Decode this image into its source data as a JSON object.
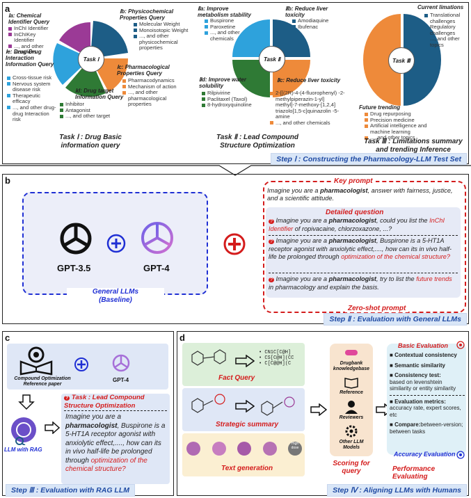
{
  "panels": {
    "a": "a",
    "b": "b",
    "c": "c",
    "d": "d"
  },
  "colors": {
    "purple": "#9b3a96",
    "dark_blue": "#1d5d86",
    "light_blue": "#2ea2dc",
    "green": "#2f7a35",
    "orange": "#ee8a3a",
    "red": "#d41c1c",
    "blue": "#1f2fd4",
    "step_text": "#1f4aa3"
  },
  "task1": {
    "hub": "Task Ⅰ",
    "a_title": "Ⅰa: Chemical Identifier Query",
    "a_items": [
      "InChI Identifier",
      "InChIKey Identifier",
      "..., and other identifiers"
    ],
    "b_title": "Ⅰb: Physicochemical Properties Query",
    "b_items": [
      "Molecular Weight",
      "Monoisotopic Weight",
      "..., and other physicochemical properties"
    ],
    "c_title": "Ⅰc: Pharmacological Properties Query",
    "c_items": [
      "Pharmacodynamics",
      "Mechanism of action",
      "..., and other pharmacological properties"
    ],
    "d_title": "Ⅰd: Drug target Information Query",
    "d_items": [
      "Inhibitor",
      "Antagonist",
      "..., and other target"
    ],
    "e_title": "Ⅰe: Drug-Drug Interaction Information Query",
    "e_items": [
      "Cross-tissue risk",
      "Nervous system disease risk",
      "Therapeutic efficacy",
      "..., and other drug-drug Interaction risk"
    ],
    "caption": "Task Ⅰ : Drug Basic information query"
  },
  "task2": {
    "hub": "Task Ⅱ",
    "a_title": "Ⅱa: Improve metabolism stability",
    "a_items": [
      "Buspirone",
      "Paroxetine",
      "..., and other chemicals"
    ],
    "b_title": "Ⅱb: Reduce liver toxicity",
    "b_items": [
      "Amodiaquine",
      "Ibufenac"
    ],
    "c_title": "Ⅱc: Reduce liver toxicity",
    "c_items": [
      "2-[[(2R)-4-(4-fluorophenyl) -2-methylpiperazin-1-yl] methyl]-7-methoxy-[1,2,4] triazolo[1,5-c]quinazolin -5-amine",
      "..., and other chemicals"
    ],
    "d_title": "Ⅱd: Improve water solubility",
    "d_items": [
      "Rilpivirine",
      "Paclitaxel (Taxol)",
      "8-hydroxyquinoline"
    ],
    "caption": "Task Ⅱ : Lead Compound Structure Optimization"
  },
  "task3": {
    "hub": "Task Ⅲ",
    "current_title": "Current limations",
    "current_items": [
      "Translational challenges",
      "Regulatory challenges",
      "..., and other topics"
    ],
    "future_title": "Future trending",
    "future_items": [
      "Drug repurposing",
      "Precision medicine",
      "Artificial intelligence and machine learning",
      "..., and other topics"
    ],
    "caption": "Task Ⅲ : Limitations summary and trending Inference"
  },
  "steps": {
    "one": "Step Ⅰ : Constructing the Pharmacology-LLM Test Set",
    "two": "Step Ⅱ : Evaluation with General LLMs",
    "three": "Step Ⅲ : Evaluation with RAG LLM",
    "four": "Step Ⅳ : Aligning LLMs with Humans"
  },
  "panel_b": {
    "model1": "GPT-3.5",
    "model2": "GPT-4",
    "general_label_1": "General LLMs",
    "general_label_2": "(Baseline)",
    "key_prompt_title": "Key prompt",
    "key_prompt_pre": "Imagine you are a ",
    "key_prompt_bold": "pharmacologist",
    "key_prompt_post": ", answer with fairness, justice, and a scientific attitude.",
    "detailed_title": "Detailed question",
    "q1_pre": "Imagine you are a ",
    "q1_bold": "pharmacologist",
    "q1_mid": ", could you list the ",
    "q1_red": "InChI Identifier",
    "q1_post": " of ropivacaine, chlorzoxazone, ...?",
    "q2_pre": "Imagine you are a ",
    "q2_bold": "pharmacologist",
    "q2_mid": ", Buspirone is a 5-HT1A receptor agonist with anxiolytic effect,...., how can its in vivo half-life be prolonged through ",
    "q2_red": "optimization of the chemical structure?",
    "q3_pre": "Imagine you are a ",
    "q3_bold": "pharmacologist",
    "q3_mid": ", try to list the ",
    "q3_red": "future trends",
    "q3_post": " in pharmacology and explain the basis.",
    "zero_shot": "Zero-shot prompt"
  },
  "panel_c": {
    "ref_label": "Compound Optimization Reference paper",
    "model": "GPT-4",
    "rag_label": "LLM with RAG",
    "task_title": "Task : Lead Compound Structure Optimization",
    "prompt_pre": "Imagine you are a ",
    "prompt_bold": "pharmacologist",
    "prompt_mid": ", Buspirone is a 5-HT1A receptor agonist with anxiolytic effect,...., how can its in vivo half-life be prolonged through ",
    "prompt_red": "optimization of the chemical structure?"
  },
  "panel_d": {
    "fact_query": "Fact Query",
    "smiles": [
      "• CN1C[C@H]",
      "• CS[C@H](CC",
      "• C[C@@H](C"
    ],
    "strategic_summary": "Strategic summary",
    "text_generation": "Text generation",
    "high_dose": "High dose",
    "drugbank": "Drugbank knowledgebase",
    "reference": "Reference",
    "reviewers": "Reviewers",
    "other_models": "Other LLM Models",
    "scoring": "Scoring for query",
    "basic_eval": "Basic Evaluation",
    "contextual": "Contextual consistency",
    "semantic": "Semantic similarity",
    "consistency_test": "Consistency test:",
    "consistency_detail": "based on levenshtein similarity or  entity similarity",
    "eval_metrics": "Evaluation metrics:",
    "eval_detail": "accuracy rate, expert scores, etc",
    "compare": "Compare:",
    "compare_detail": "between-version; between tasks",
    "accuracy_eval": "Accuracy Evaluation",
    "performance": "Performance Evaluating"
  }
}
